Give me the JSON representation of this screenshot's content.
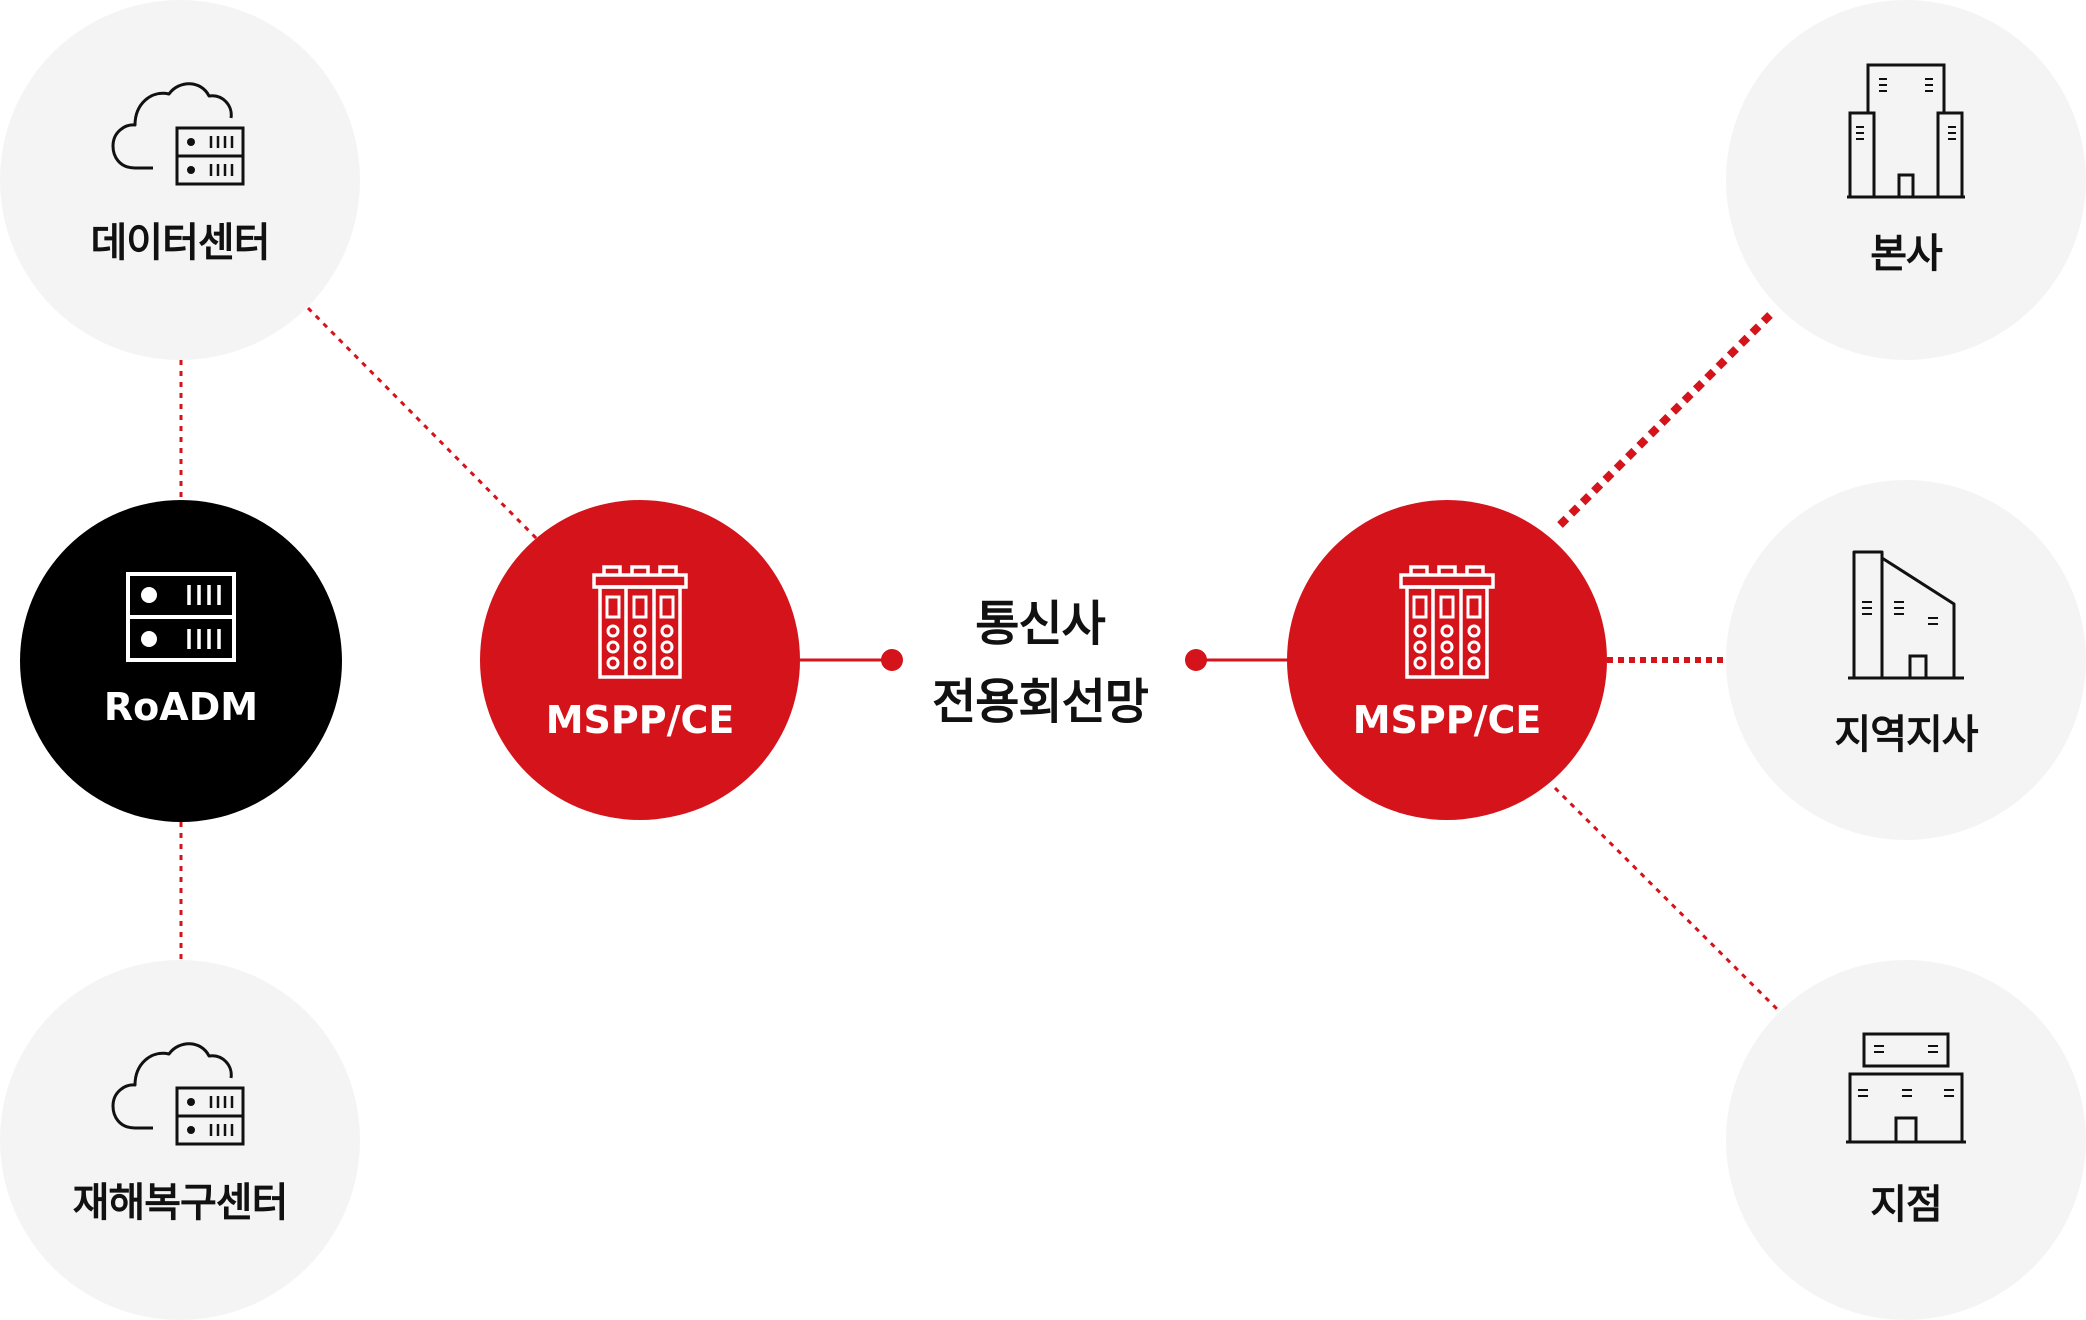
{
  "nodes": {
    "datacenter": {
      "label": "데이터센터",
      "icon": "cloud-server-icon"
    },
    "disaster_recovery": {
      "label": "재해복구센터",
      "icon": "cloud-server-icon"
    },
    "roadm": {
      "label": "RoADM",
      "icon": "server-rack-icon"
    },
    "mspp_left": {
      "label": "MSPP/CE",
      "icon": "mspp-device-icon"
    },
    "mspp_right": {
      "label": "MSPP/CE",
      "icon": "mspp-device-icon"
    },
    "headquarters": {
      "label": "본사",
      "icon": "headquarters-building-icon"
    },
    "regional_branch": {
      "label": "지역지사",
      "icon": "regional-building-icon"
    },
    "branch": {
      "label": "지점",
      "icon": "branch-store-icon"
    }
  },
  "network": {
    "line1": "통신사",
    "line2": "전용회선망"
  },
  "colors": {
    "accent": "#d5131b",
    "dark": "#000000",
    "light": "#f4f4f4",
    "text": "#111111"
  }
}
